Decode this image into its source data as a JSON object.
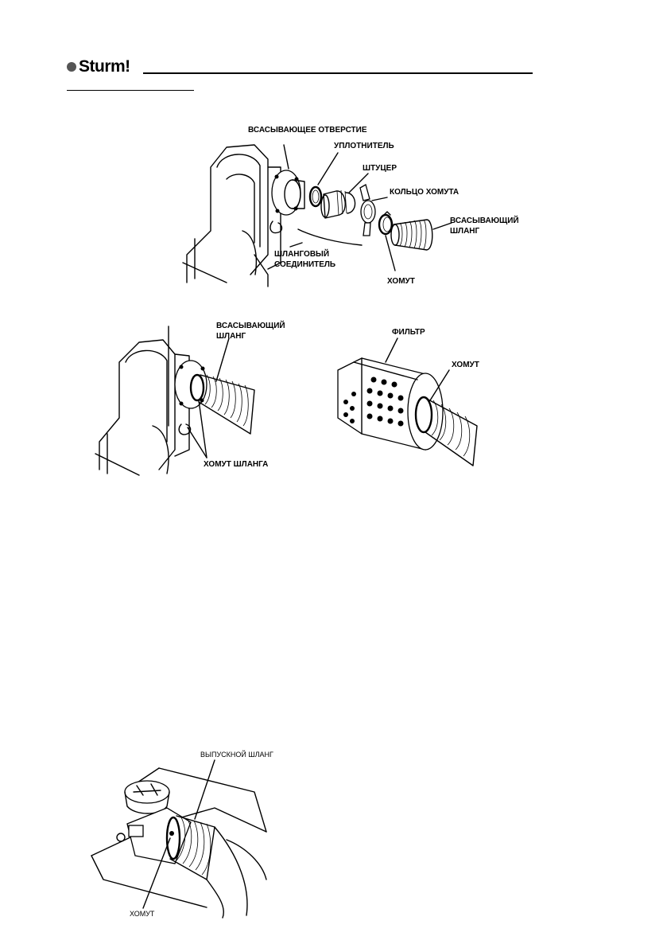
{
  "header": {
    "brand": "Sturm!",
    "brand_mark": "logo"
  },
  "figure1": {
    "labels": {
      "suction_opening": "ВСАСЫВАЮЩЕЕ ОТВЕРСТИЕ",
      "seal": "УПЛОТНИТЕЛЬ",
      "fitting": "ШТУЦЕР",
      "clamp_ring": "КОЛЬЦО ХОМУТА",
      "suction_hose_1": "ВСАСЫВАЮЩИЙ",
      "suction_hose_2": "ШЛАНГ",
      "hose_connector_1": "ШЛАНГОВЫЙ",
      "hose_connector_2": "СОЕДИНИТЕЛЬ",
      "clamp": "ХОМУТ"
    }
  },
  "figure2": {
    "labels": {
      "suction_hose_1": "ВСАСЫВАЮЩИЙ",
      "suction_hose_2": "ШЛАНГ",
      "hose_clamp": "ХОМУТ ШЛАНГА"
    }
  },
  "figure3": {
    "labels": {
      "filter": "ФИЛЬТР",
      "clamp": "ХОМУТ"
    }
  },
  "figure4": {
    "labels": {
      "outlet_hose": "ВЫПУСКНОЙ ШЛАНГ",
      "clamp": "ХОМУТ"
    }
  }
}
